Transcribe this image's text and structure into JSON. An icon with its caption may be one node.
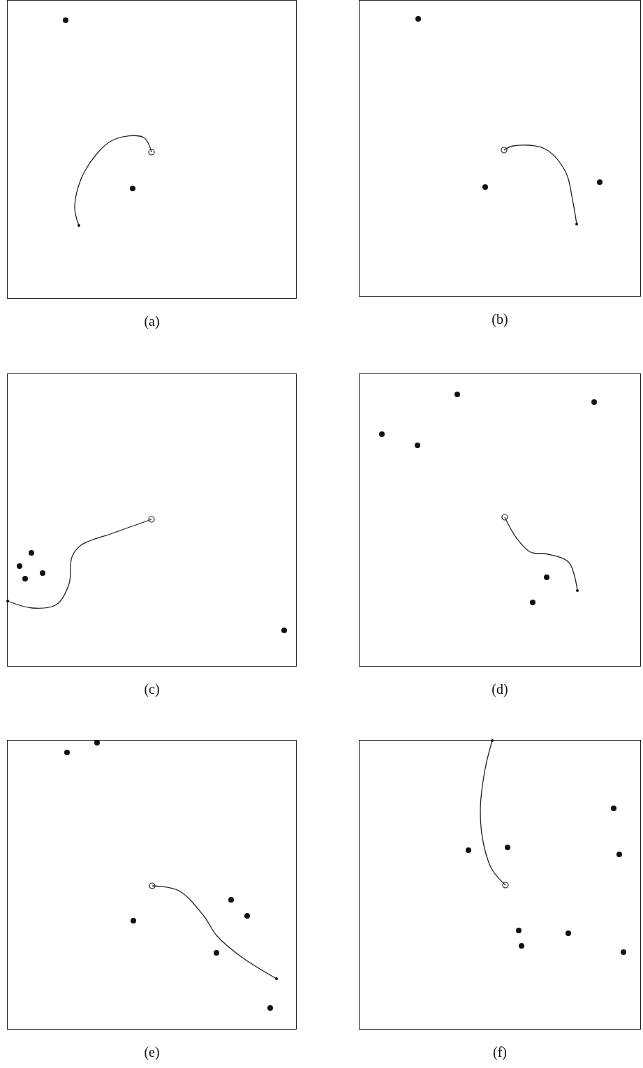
{
  "diagram": {
    "nodes": [
      {
        "text": [
          "(a)"
        ]
      },
      {
        "text": [
          "(b)"
        ]
      },
      {
        "text": [
          "(c)"
        ]
      },
      {
        "text": [
          "(d)"
        ]
      },
      {
        "text": [
          "(e)"
        ]
      },
      {
        "text": [
          "(f)"
        ]
      }
    ]
  }
}
